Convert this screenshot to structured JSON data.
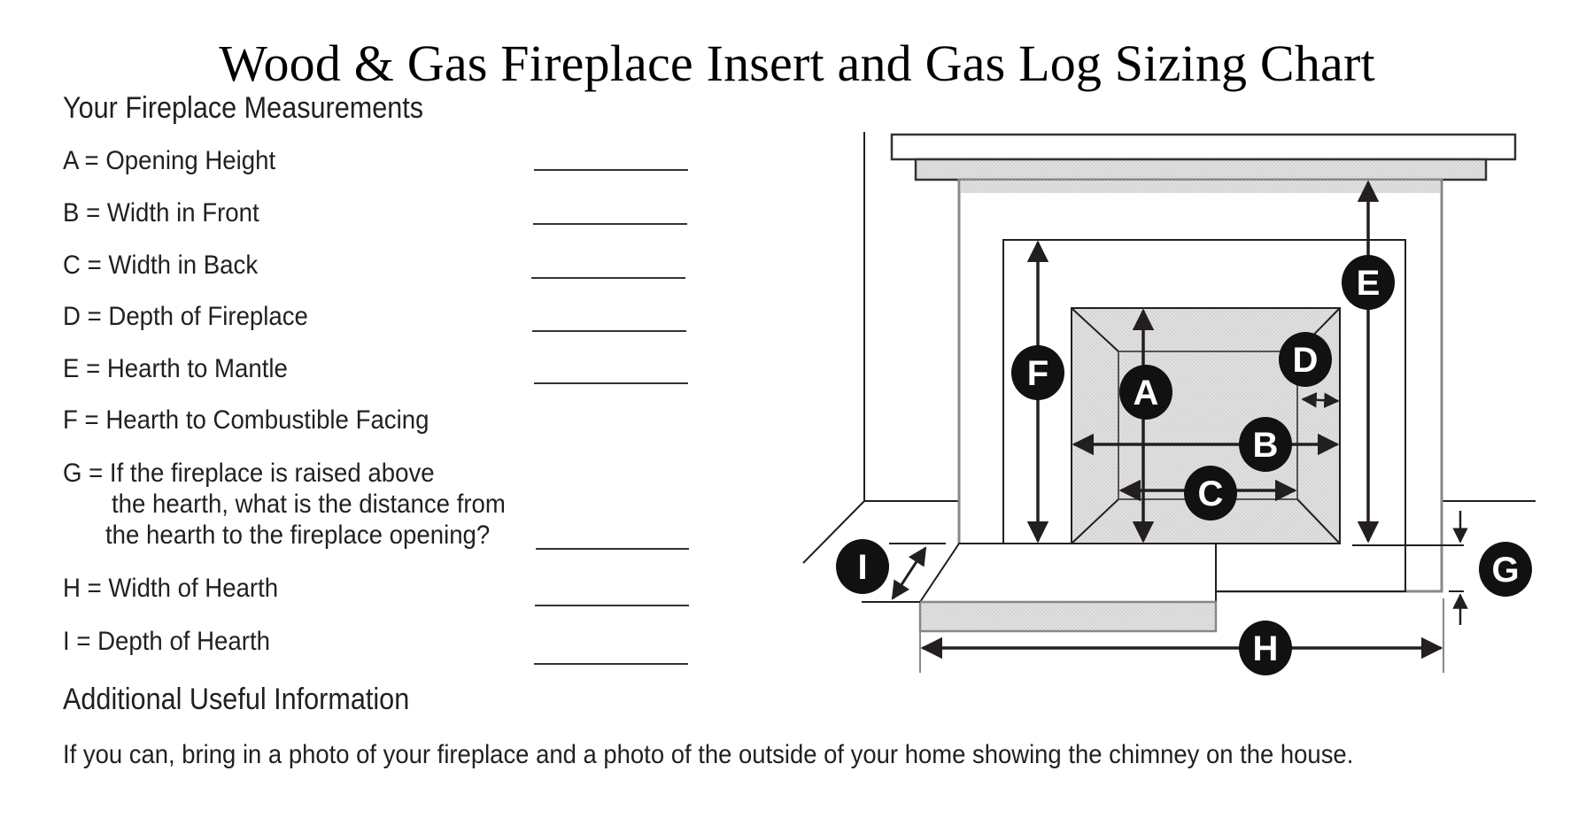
{
  "title": "Wood & Gas Fireplace Insert and Gas Log Sizing Chart",
  "measurements": {
    "heading": "Your Fireplace Measurements",
    "items": [
      {
        "key": "A",
        "label": "A = Opening Height",
        "value": ""
      },
      {
        "key": "B",
        "label": "B = Width in Front",
        "value": ""
      },
      {
        "key": "C",
        "label": "C = Width in Back",
        "value": ""
      },
      {
        "key": "D",
        "label": "D = Depth of Fireplace",
        "value": ""
      },
      {
        "key": "E",
        "label": "E = Hearth to Mantle",
        "value": ""
      },
      {
        "key": "F",
        "label": "F = Hearth to Combustible Facing"
      },
      {
        "key": "G",
        "label_lines": [
          "G = If the fireplace is raised above",
          "the hearth, what is the distance from",
          "the hearth to the fireplace opening?"
        ],
        "value": ""
      },
      {
        "key": "H",
        "label": "H = Width of Hearth",
        "value": ""
      },
      {
        "key": "I",
        "label": "I = Depth of Hearth",
        "value": ""
      }
    ]
  },
  "additional": {
    "heading": "Additional Useful Information",
    "text": "If you can, bring in a photo of your fireplace and a photo of the outside of your home showing the chimney on the house."
  },
  "diagram": {
    "markers": [
      "A",
      "B",
      "C",
      "D",
      "E",
      "F",
      "G",
      "H",
      "I"
    ],
    "colors": {
      "line": "#231f20",
      "shade": "#d9d9d9",
      "marker_fill": "#111111",
      "marker_text": "#ffffff"
    }
  }
}
